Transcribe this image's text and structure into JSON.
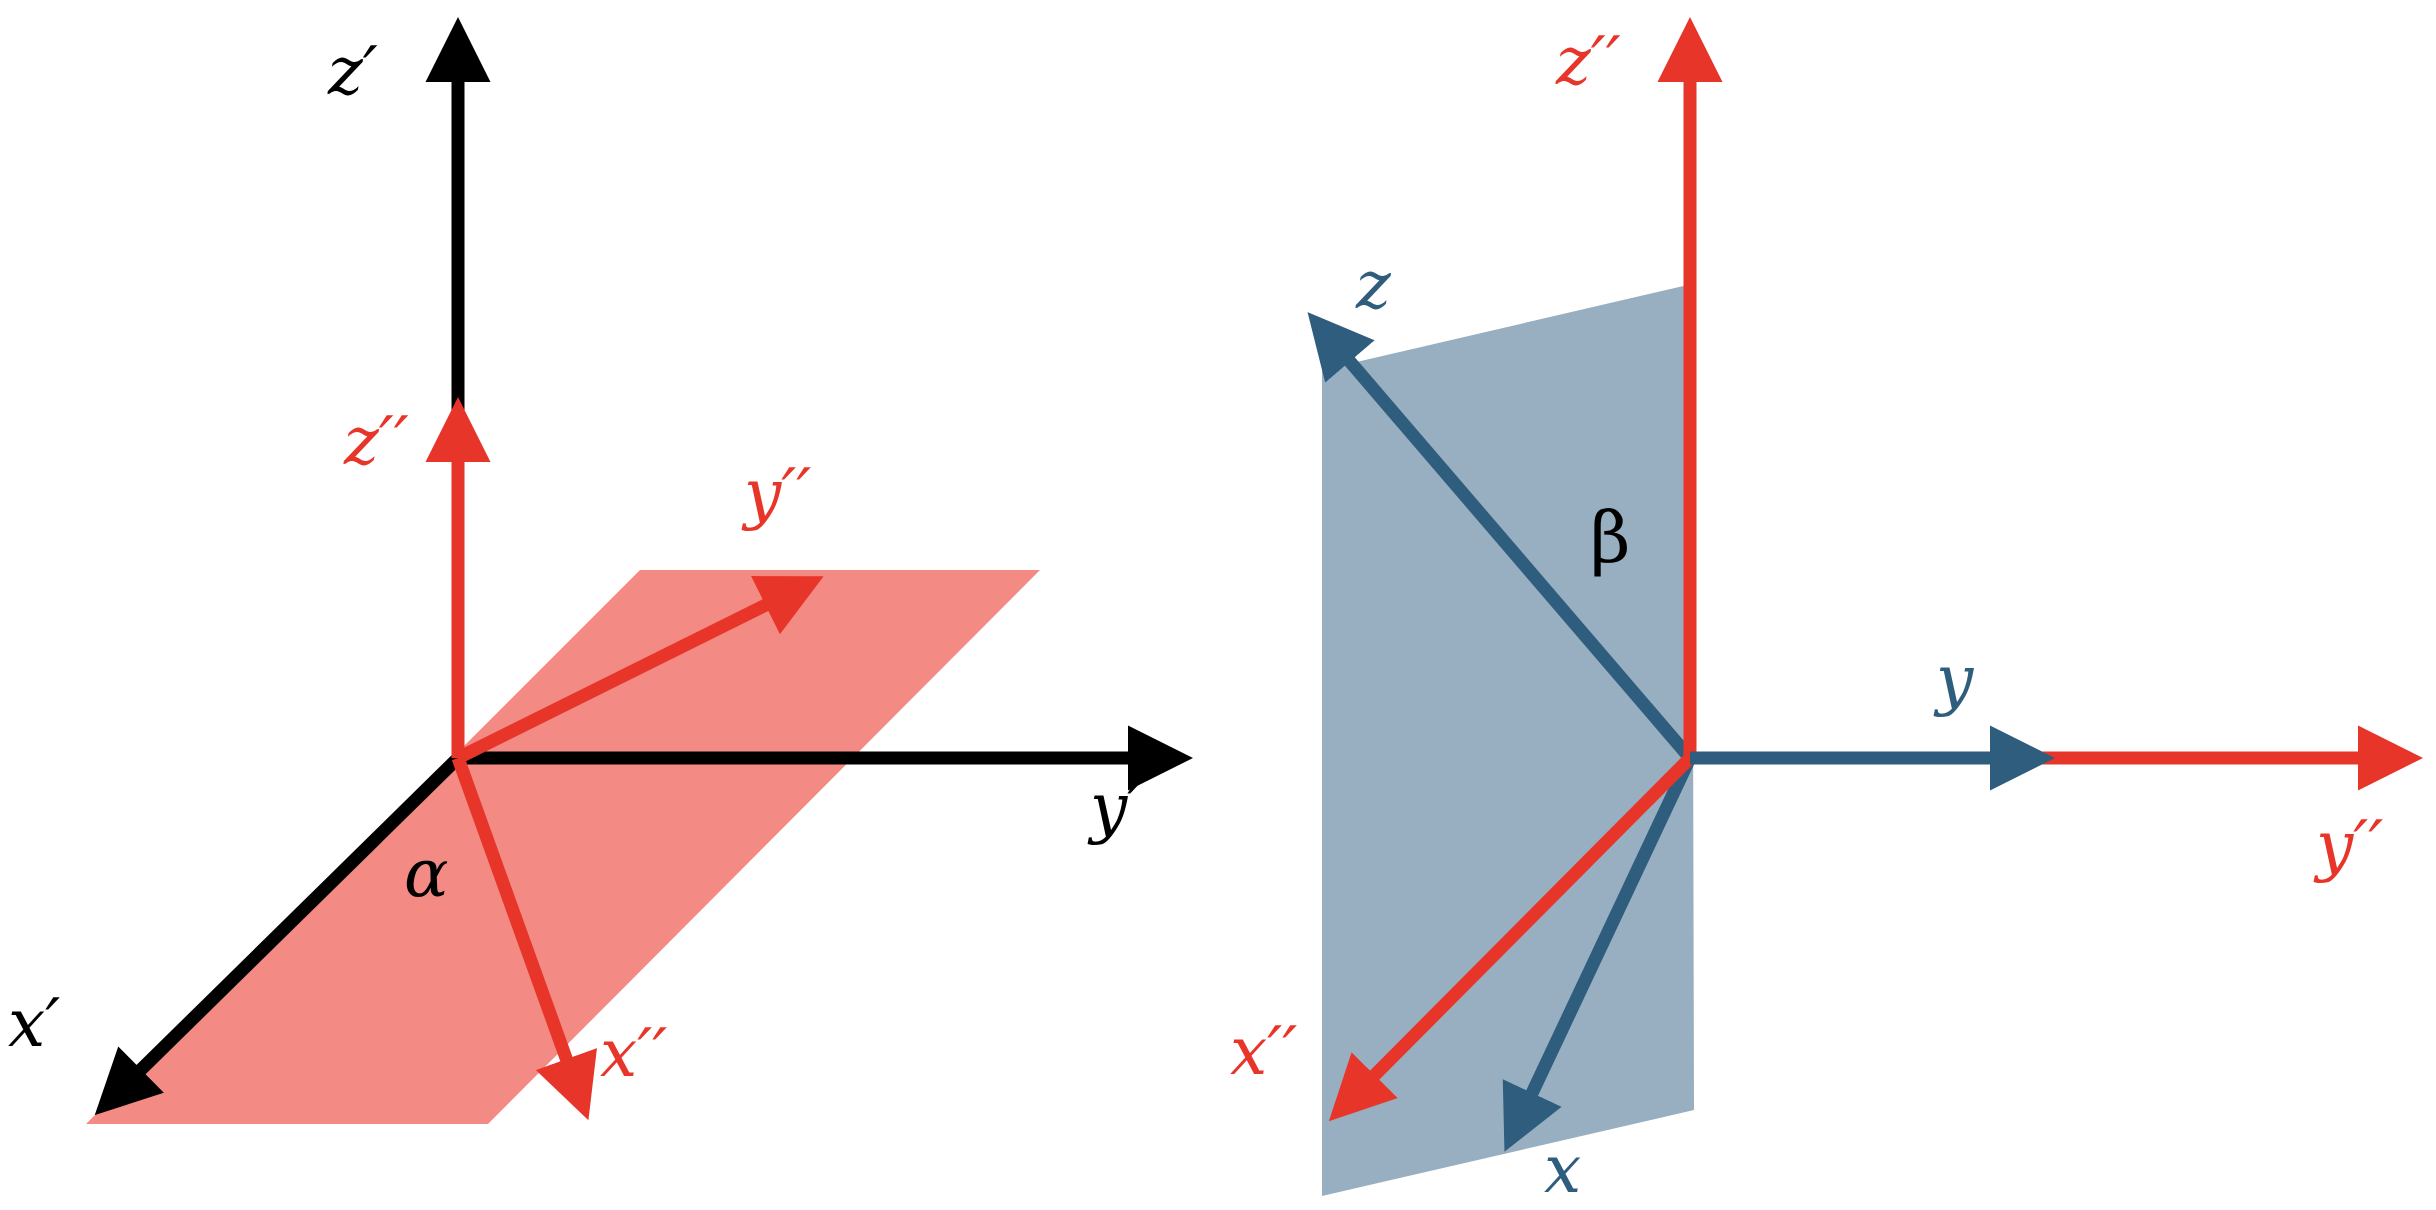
{
  "colors": {
    "black": "#000000",
    "red": "#e8352a",
    "red_plane": "#f38a84",
    "blue": "#2f5d7e",
    "blue_plane": "#98afc1"
  },
  "left_panel": {
    "axes": {
      "z_prime": "z′",
      "y_prime": "y′",
      "x_prime": "x′",
      "z_double_prime": "z′′",
      "y_double_prime": "y′′",
      "x_double_prime": "x′′"
    },
    "angle": "α"
  },
  "right_panel": {
    "axes": {
      "z_double_prime": "z′′",
      "y_double_prime": "y′′",
      "x_double_prime": "x′′",
      "z": "z",
      "y": "y",
      "x": "x"
    },
    "angle": "β"
  }
}
